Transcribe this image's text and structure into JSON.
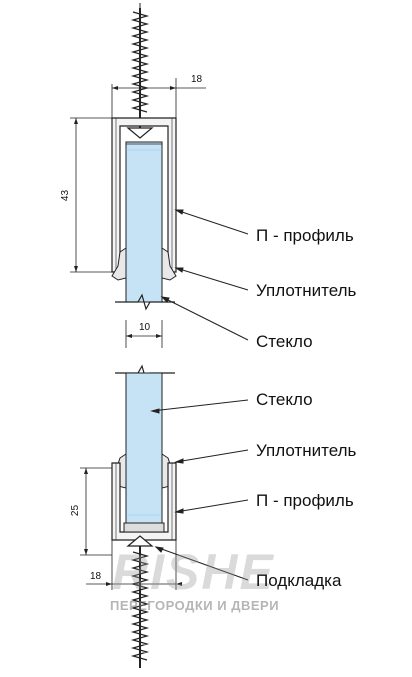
{
  "labels": {
    "p_profile_top": "П - профиль",
    "seal_top": "Уплотнитель",
    "glass_top": "Стекло",
    "glass_bottom": "Стекло",
    "seal_bottom": "Уплотнитель",
    "p_profile_bottom": "П - профиль",
    "pad": "Подкладка"
  },
  "dimensions": {
    "top_width": "18",
    "top_height": "43",
    "glass_thickness": "10",
    "bottom_height": "25",
    "bottom_width": "18"
  },
  "watermark": {
    "brand": "RISHE",
    "tagline": "ПЕРЕГОРОДКИ И ДВЕРИ"
  },
  "colors": {
    "glass": "#c5e3f5",
    "line": "#222222",
    "profile_fill": "#f4f4f4"
  }
}
